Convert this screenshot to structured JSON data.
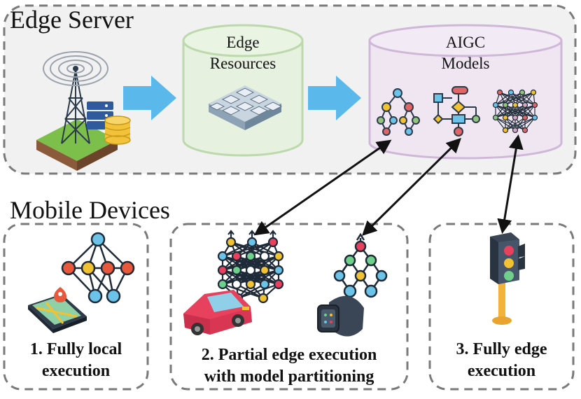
{
  "server": {
    "title": "Edge Server"
  },
  "resources": {
    "line1": "Edge",
    "line2": "Resources"
  },
  "models": {
    "line1": "AIGC",
    "line2": "Models"
  },
  "mobile": {
    "title": "Mobile Devices"
  },
  "case1": {
    "line1": "1. Fully local",
    "line2": "execution"
  },
  "case2": {
    "line1": "2. Partial edge execution",
    "line2": "with model partitioning"
  },
  "case3": {
    "line1": "3. Fully edge",
    "line2": "execution"
  },
  "colors": {
    "arrow_blue": "#5bb8ea",
    "resources_fill": "#e6f1df",
    "resources_stroke": "#bcd9ac",
    "models_fill": "#efe6f2",
    "models_stroke": "#cfb7d8",
    "dashed_border": "#7a7a7a"
  }
}
